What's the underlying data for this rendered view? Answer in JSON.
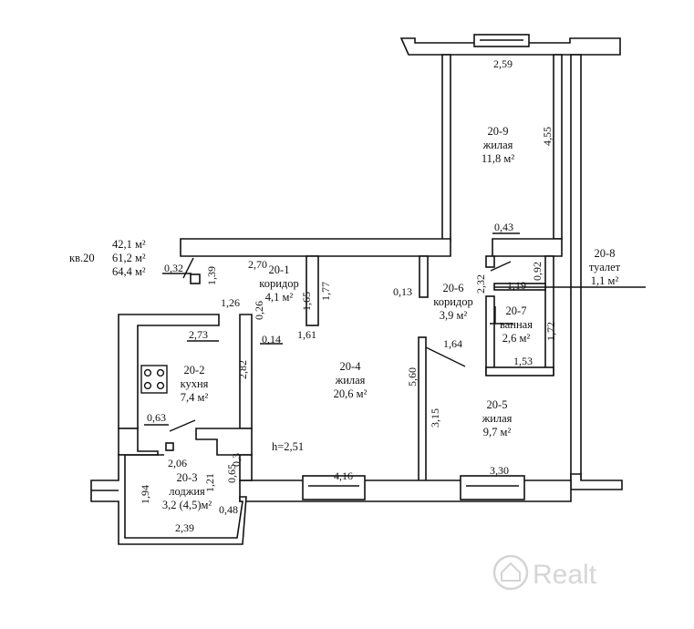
{
  "apartment": {
    "number": "кв.20",
    "area_living": "42,1 м²",
    "area_total": "61,2 м²",
    "area_total_with_loggia": "64,4 м²"
  },
  "rooms": {
    "r1": {
      "code": "20-1",
      "name": "коридор",
      "area": "4,1 м²"
    },
    "r2": {
      "code": "20-2",
      "name": "кухня",
      "area": "7,4 м²"
    },
    "r3": {
      "code": "20-3",
      "name": "лоджия",
      "area": "3,2 (4,5)м²"
    },
    "r4": {
      "code": "20-4",
      "name": "жилая",
      "area": "20,6 м²"
    },
    "r5": {
      "code": "20-5",
      "name": "жилая",
      "area": "9,7 м²"
    },
    "r6": {
      "code": "20-6",
      "name": "коридор",
      "area": "3,9 м²"
    },
    "r7": {
      "code": "20-7",
      "name": "ванная",
      "area": "2,6 м²"
    },
    "r8": {
      "code": "20-8",
      "name": "туалет",
      "area": "1,1 м²"
    },
    "r9": {
      "code": "20-9",
      "name": "жилая",
      "area": "11,8 м²"
    }
  },
  "ceiling_height": "h=2,51",
  "dimensions": {
    "d_259": "2,59",
    "d_455": "4,55",
    "d_043": "0,43",
    "d_032": "0,32",
    "d_139": "1,39",
    "d_270": "2,70",
    "d_165": "1,65",
    "d_177": "1,77",
    "d_126": "1,26",
    "d_026": "0,26",
    "d_273": "2,73",
    "d_014": "0,14",
    "d_161": "1,61",
    "d_013": "0,13",
    "d_232": "2,32",
    "d_119": "1,19",
    "d_092": "0,92",
    "d_164": "1,64",
    "d_172": "1,72",
    "d_153": "1,53",
    "d_282": "2,82",
    "d_560": "5,60",
    "d_315": "3,15",
    "d_063": "0,63",
    "d_206": "2,06",
    "d_121": "1,21",
    "d_065": "0,65",
    "d_03": "0,3",
    "d_416": "4,16",
    "d_330": "3,30",
    "d_194": "1,94",
    "d_048": "0,48",
    "d_239": "2,39"
  },
  "watermark": "Realt"
}
